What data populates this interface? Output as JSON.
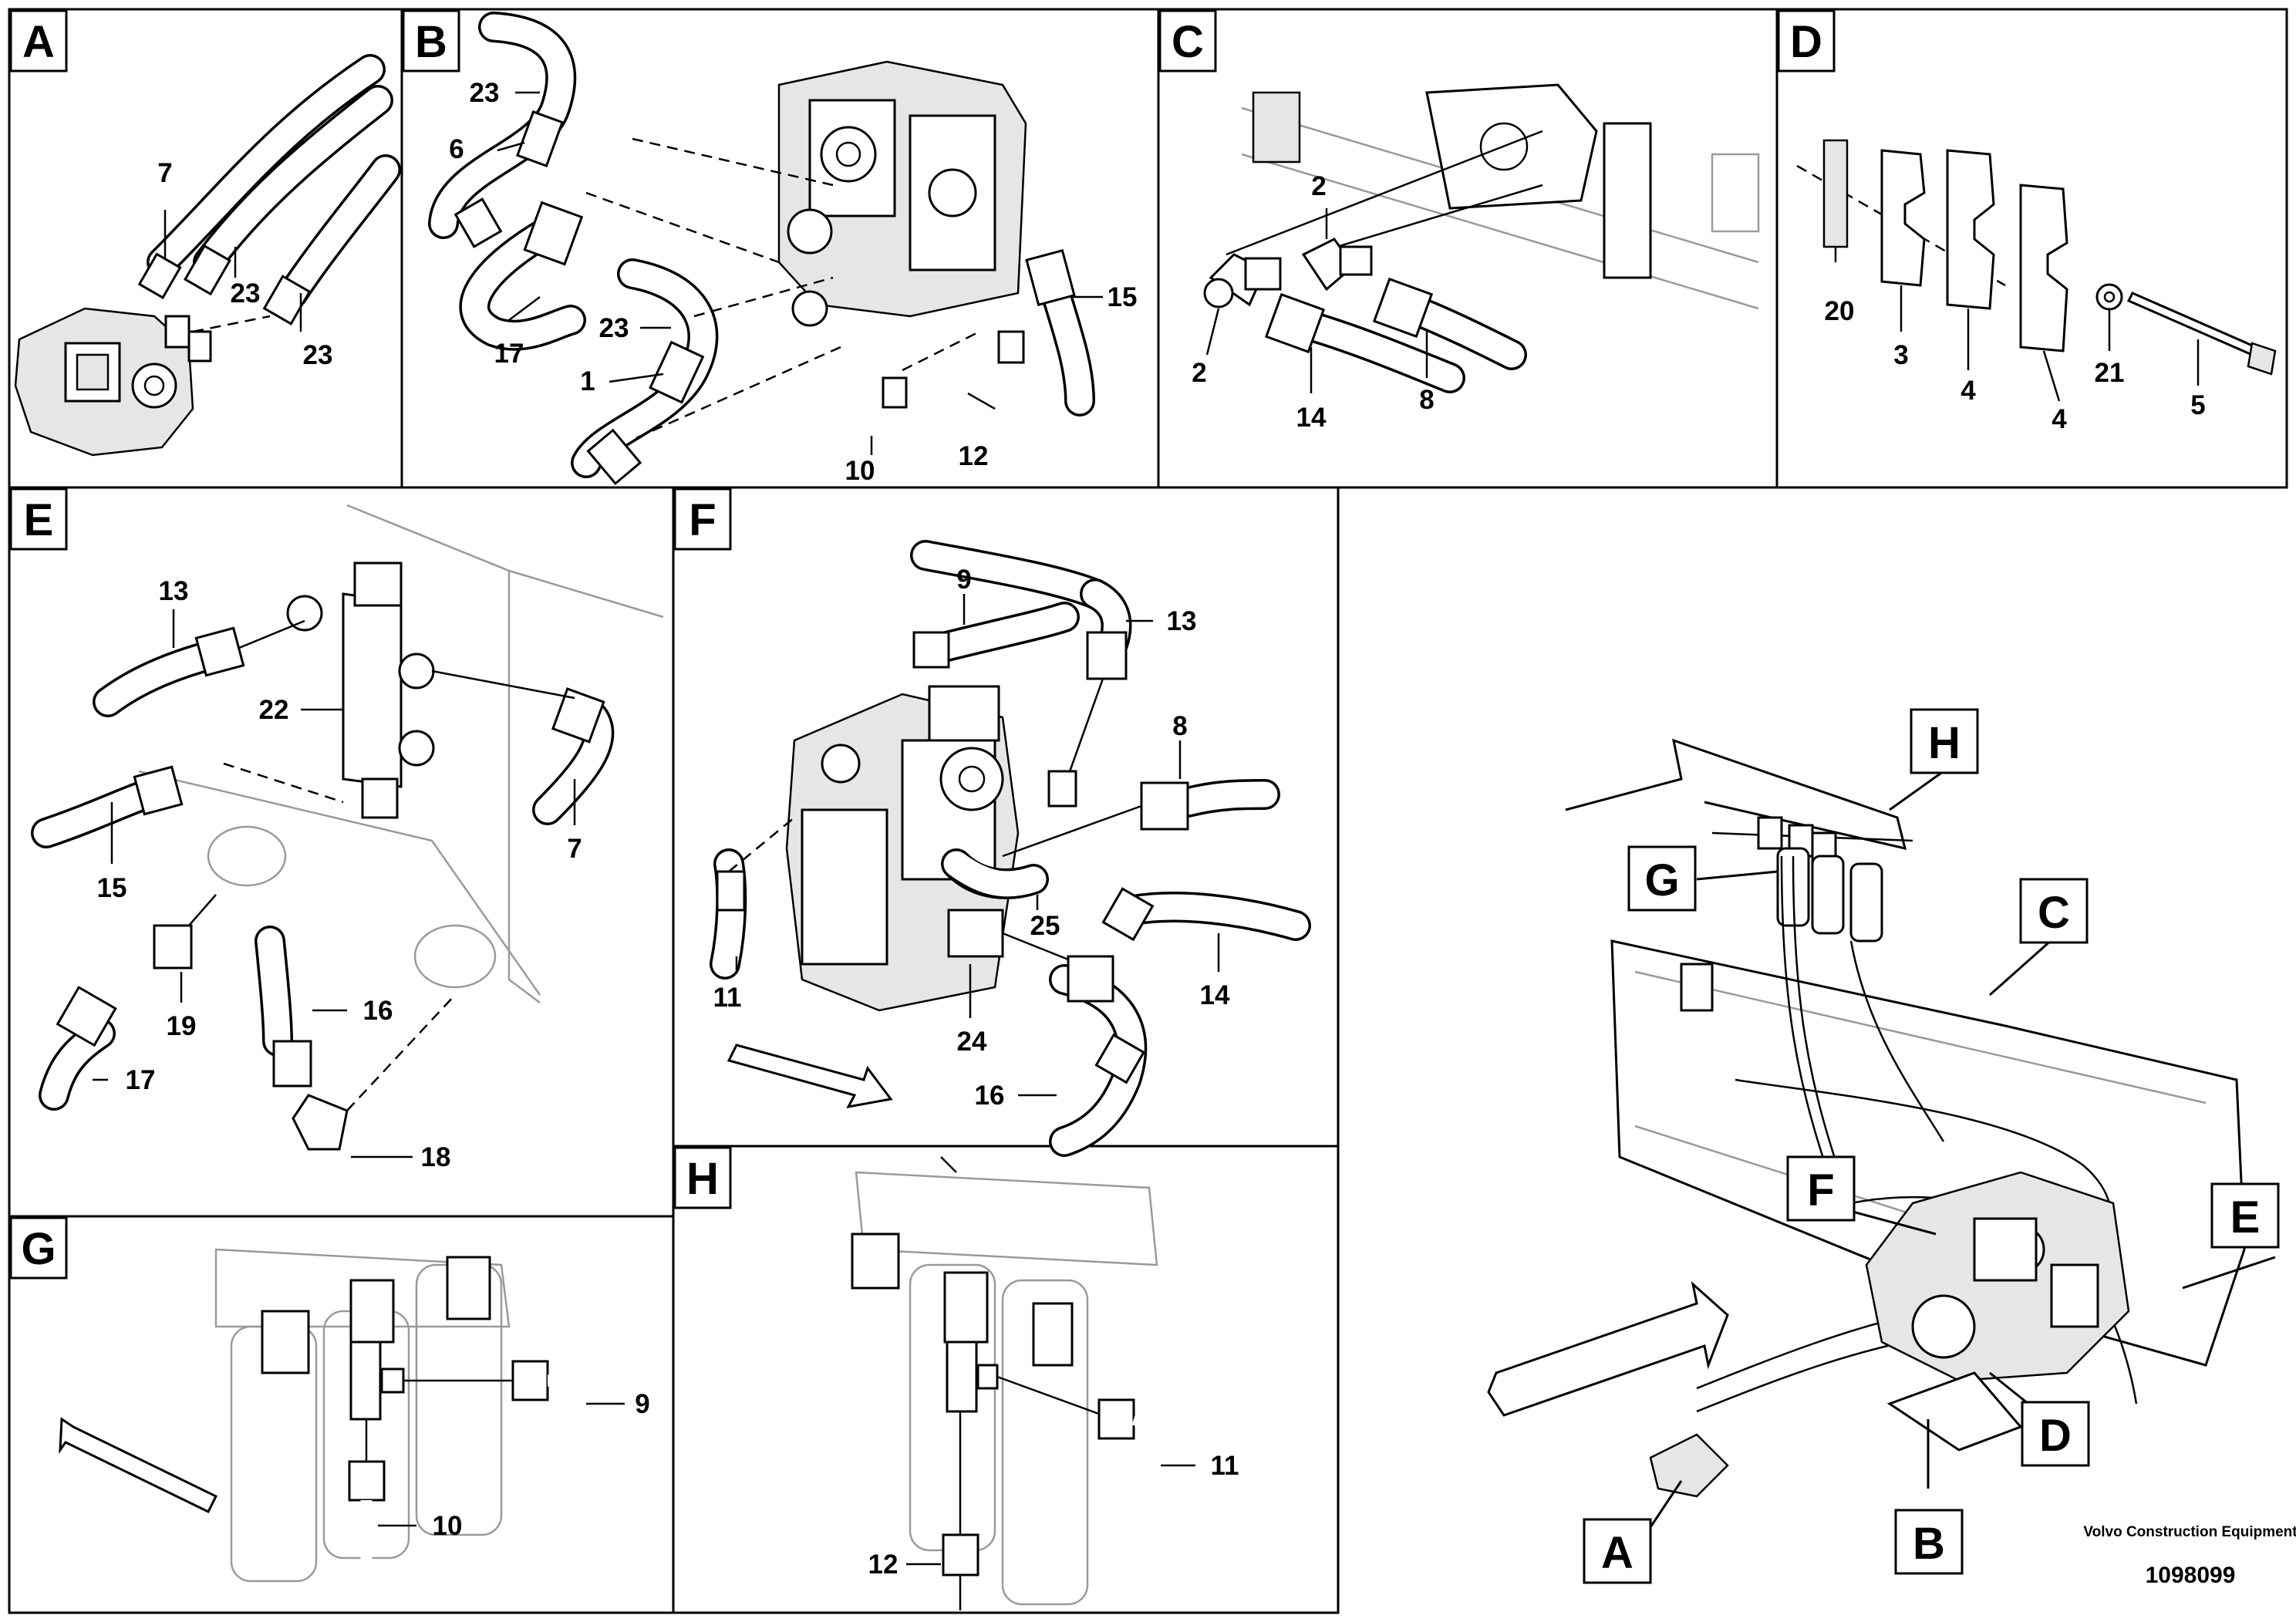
{
  "panels": [
    {
      "id": "A",
      "label": "A",
      "callouts": [
        "7",
        "23",
        "23"
      ]
    },
    {
      "id": "B",
      "label": "B",
      "callouts": [
        "23",
        "6",
        "23",
        "17",
        "1",
        "15",
        "10",
        "12"
      ]
    },
    {
      "id": "C",
      "label": "C",
      "callouts": [
        "2",
        "2",
        "14",
        "8"
      ]
    },
    {
      "id": "D",
      "label": "D",
      "callouts": [
        "20",
        "3",
        "4",
        "4",
        "21",
        "5"
      ]
    },
    {
      "id": "E",
      "label": "E",
      "callouts": [
        "13",
        "22",
        "15",
        "7",
        "19",
        "17",
        "16",
        "18"
      ]
    },
    {
      "id": "F",
      "label": "F",
      "callouts": [
        "9",
        "13",
        "8",
        "11",
        "25",
        "24",
        "14",
        "16"
      ]
    },
    {
      "id": "G",
      "label": "G",
      "callouts": [
        "9",
        "10"
      ]
    },
    {
      "id": "H",
      "label": "H",
      "callouts": [
        "11",
        "12"
      ]
    }
  ],
  "overview_tags": [
    "A",
    "B",
    "C",
    "D",
    "E",
    "F",
    "G",
    "H"
  ],
  "footer": {
    "brand": "Volvo Construction Equipment",
    "drawing_number": "1098099"
  },
  "colors": {
    "line": "#000000",
    "background": "#ffffff",
    "shade": "#e6e6e6"
  }
}
